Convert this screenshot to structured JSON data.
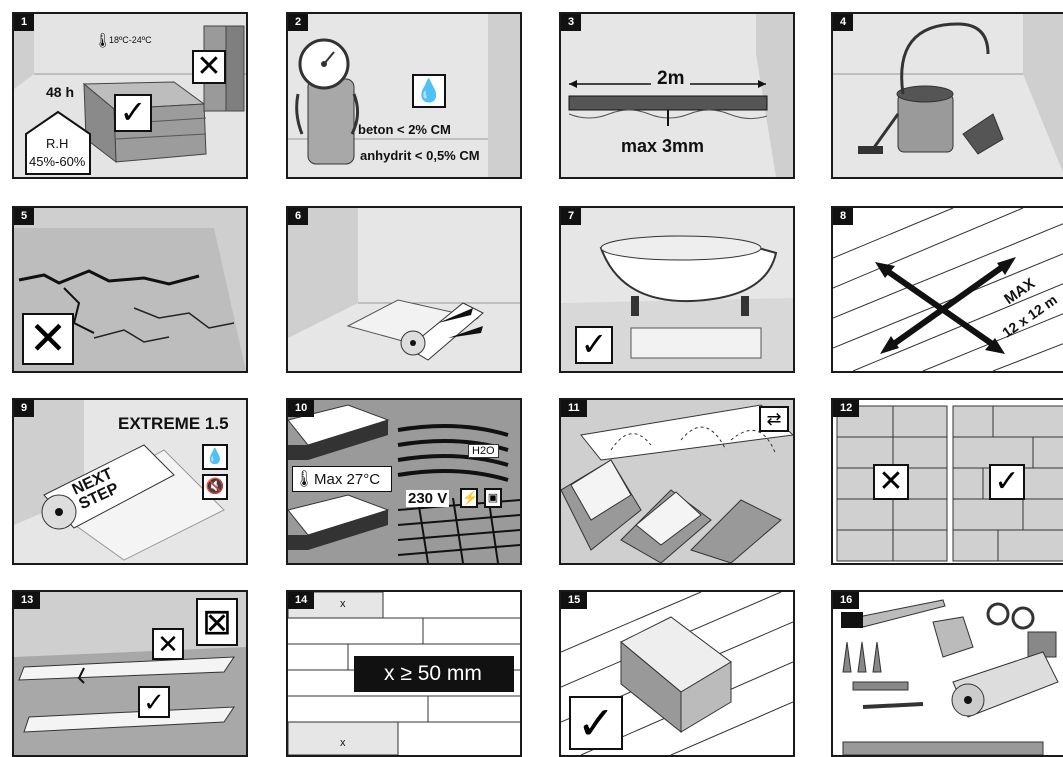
{
  "panels": [
    {
      "n": "1",
      "temp": "18ºC-24ºC",
      "time": "48 h",
      "rh_label": "R.H",
      "rh_range": "45%-60%"
    },
    {
      "n": "2",
      "beton": "beton < 2% CM",
      "anhydrit": "anhydrit < 0,5% CM"
    },
    {
      "n": "3",
      "length": "2m",
      "tolerance": "max 3mm"
    },
    {
      "n": "4"
    },
    {
      "n": "5"
    },
    {
      "n": "6"
    },
    {
      "n": "7"
    },
    {
      "n": "8",
      "max_label": "MAX",
      "max_size": "12 x 12 m"
    },
    {
      "n": "9",
      "product": "EXTREME 1.5",
      "roll_text": "NEXT STEP"
    },
    {
      "n": "10",
      "h2o": "H2O",
      "max_temp": "Max 27°C",
      "voltage": "230 V"
    },
    {
      "n": "11"
    },
    {
      "n": "12"
    },
    {
      "n": "13"
    },
    {
      "n": "14",
      "x_top": "x",
      "x_bottom": "x",
      "rule": "x ≥ 50 mm"
    },
    {
      "n": "15"
    },
    {
      "n": "16"
    }
  ],
  "colors": {
    "bg": "#dcdcdc",
    "wall": "#c8c8c8",
    "dark": "#111111",
    "light": "#f2f2f2"
  }
}
